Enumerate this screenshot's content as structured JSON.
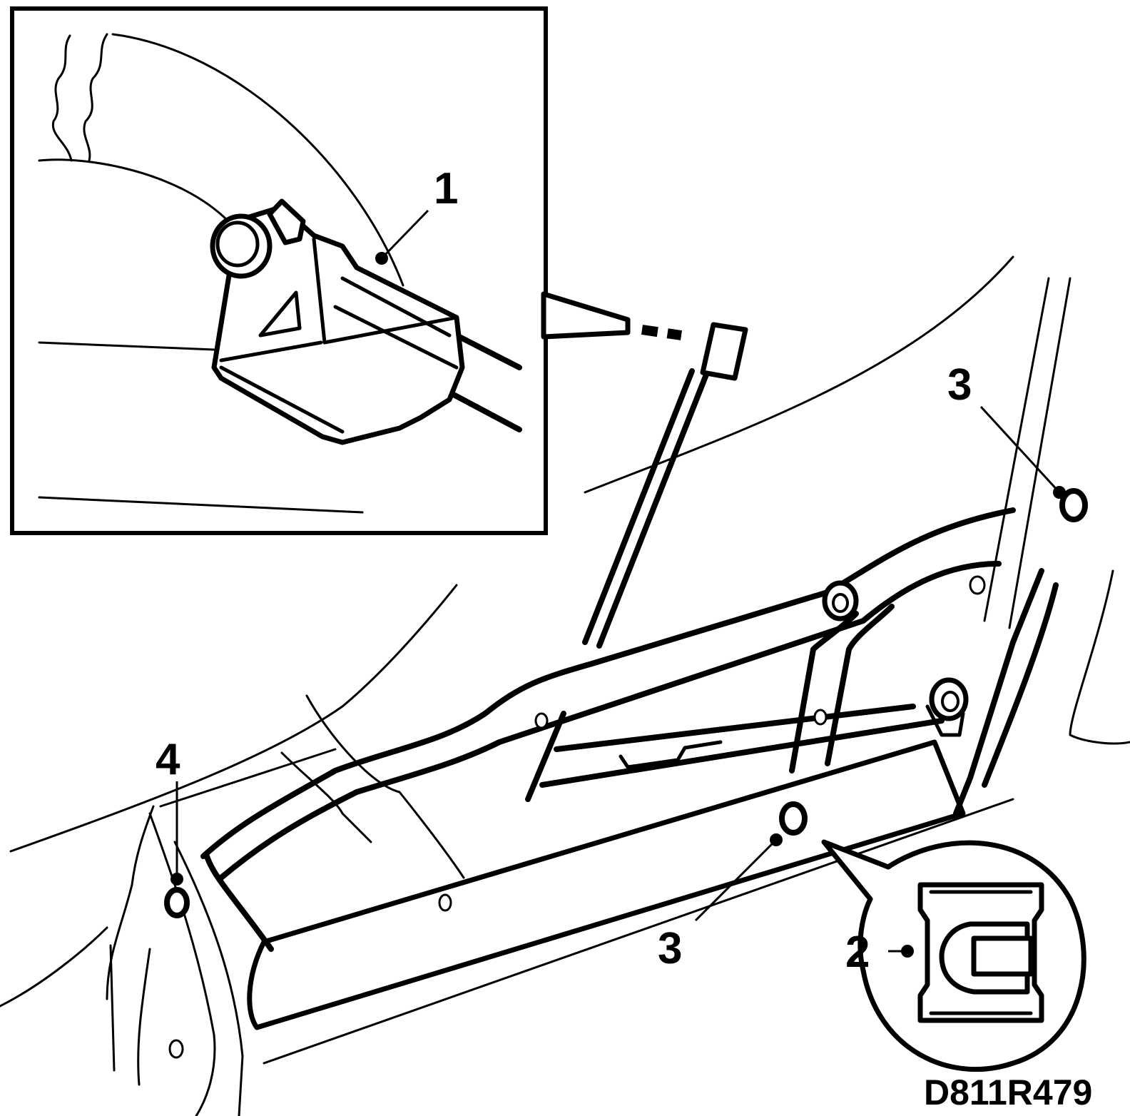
{
  "diagram": {
    "callouts": {
      "c1": "1",
      "c2": "2",
      "c3a": "3",
      "c3b": "3",
      "c4": "4"
    },
    "reference_code": "D811R479"
  }
}
